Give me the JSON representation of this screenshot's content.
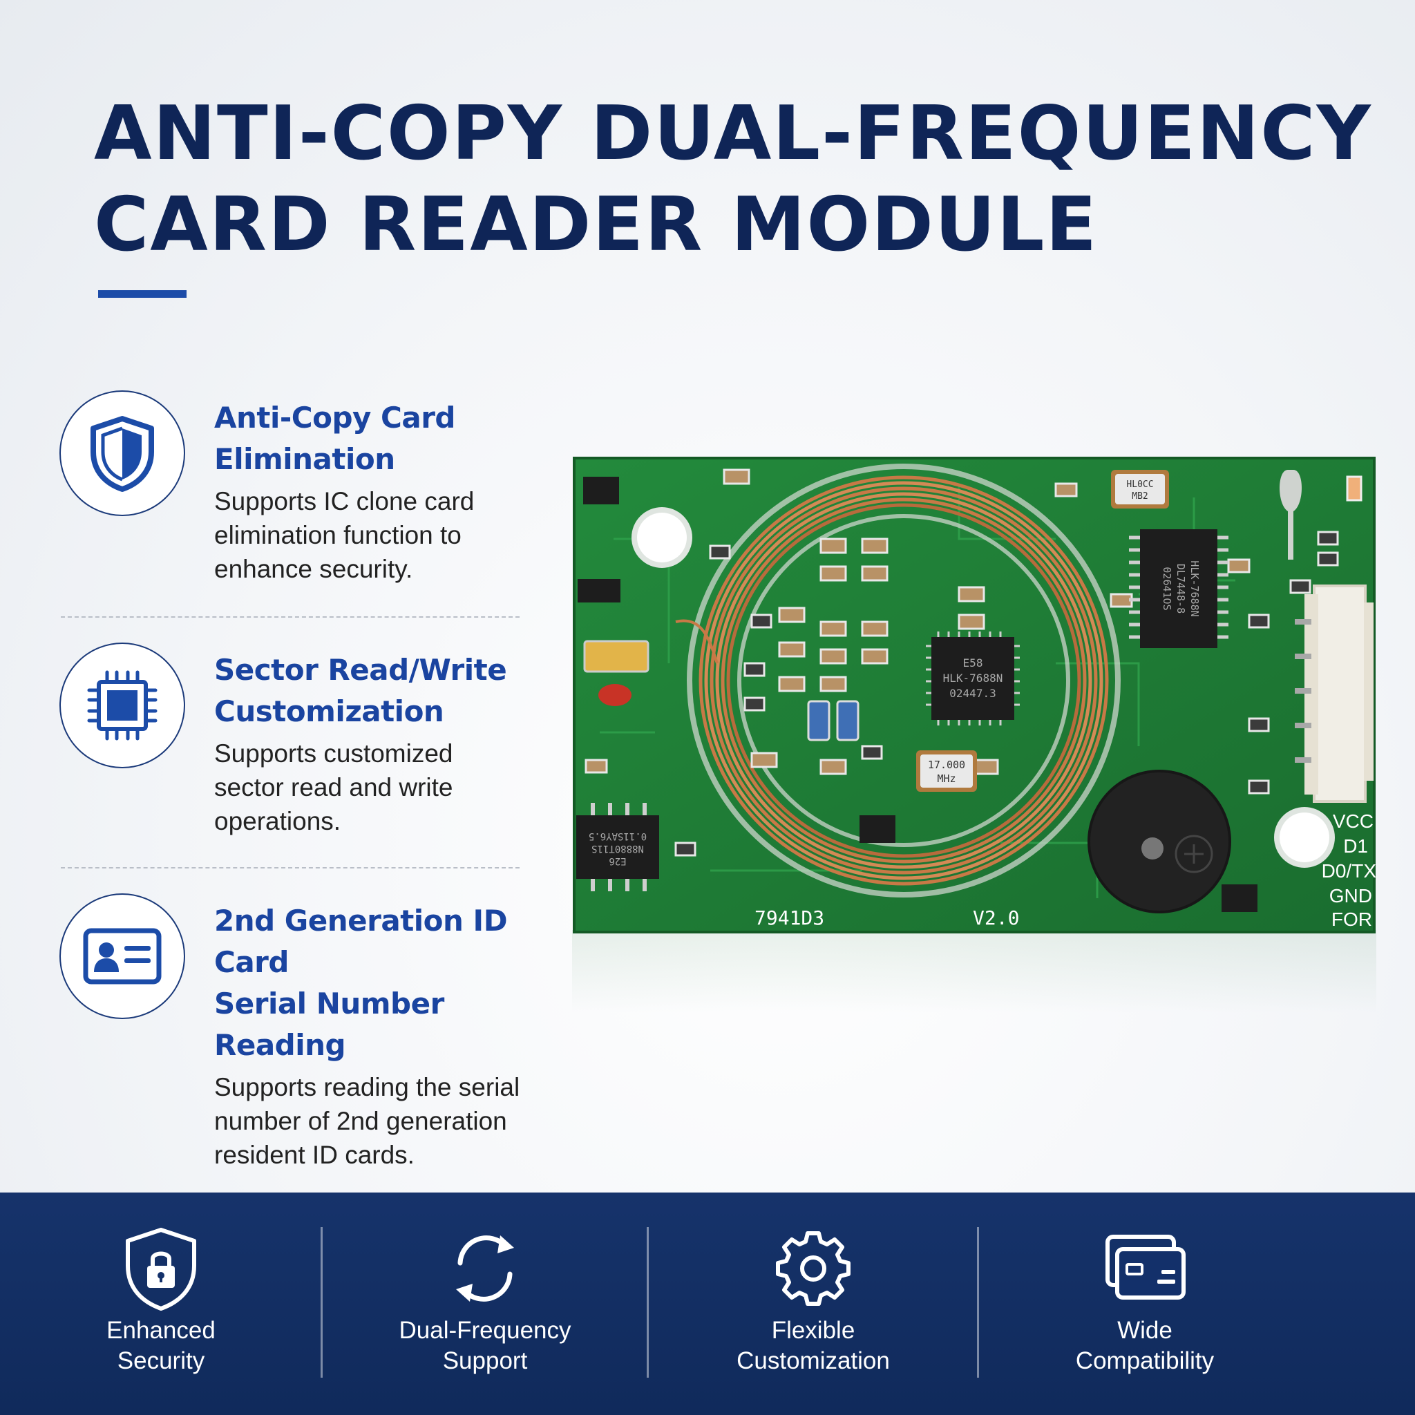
{
  "title": "ANTI-COPY DUAL-FREQUENCY\nCARD READER MODULE",
  "features": [
    {
      "icon": "shield-icon",
      "title": "Anti-Copy Card\nElimination",
      "desc": "Supports IC clone card\nelimination function to\nenhance security."
    },
    {
      "icon": "chip-icon",
      "title": "Sector Read/Write\nCustomization",
      "desc": "Supports customized\nsector read and write\noperations."
    },
    {
      "icon": "id-card-icon",
      "title": "2nd Generation ID Card\nSerial Number Reading",
      "desc": "Supports reading the serial\nnumber of 2nd generation\nresident ID cards."
    }
  ],
  "board": {
    "main_chip": [
      "E58",
      "HLK-7688N",
      "02447.3"
    ],
    "side_chip": [
      "HLK-7688N",
      "DL7448-8",
      "02641OS"
    ],
    "crystal": [
      "17.000",
      "MHz"
    ],
    "small_crystal": [
      "HL0CC",
      "MB2"
    ],
    "eeprom": [
      "E26",
      "N8880T11S",
      "0.11SAY6.5"
    ],
    "model_code": "7941D3",
    "version": "V2.0",
    "pins": [
      "VCC",
      "D1",
      "D0/TX",
      "GND",
      "FOR"
    ]
  },
  "footer": [
    {
      "icon": "lock-shield-icon",
      "label": "Enhanced\nSecurity"
    },
    {
      "icon": "sync-icon",
      "label": "Dual-Frequency\nSupport"
    },
    {
      "icon": "gear-icon",
      "label": "Flexible\nCustomization"
    },
    {
      "icon": "cards-icon",
      "label": "Wide\nCompatibility"
    }
  ],
  "colors": {
    "navy": "#0f2557",
    "accent": "#1c4ca8",
    "footer": "#13306a",
    "pcb": "#1f7a34"
  }
}
